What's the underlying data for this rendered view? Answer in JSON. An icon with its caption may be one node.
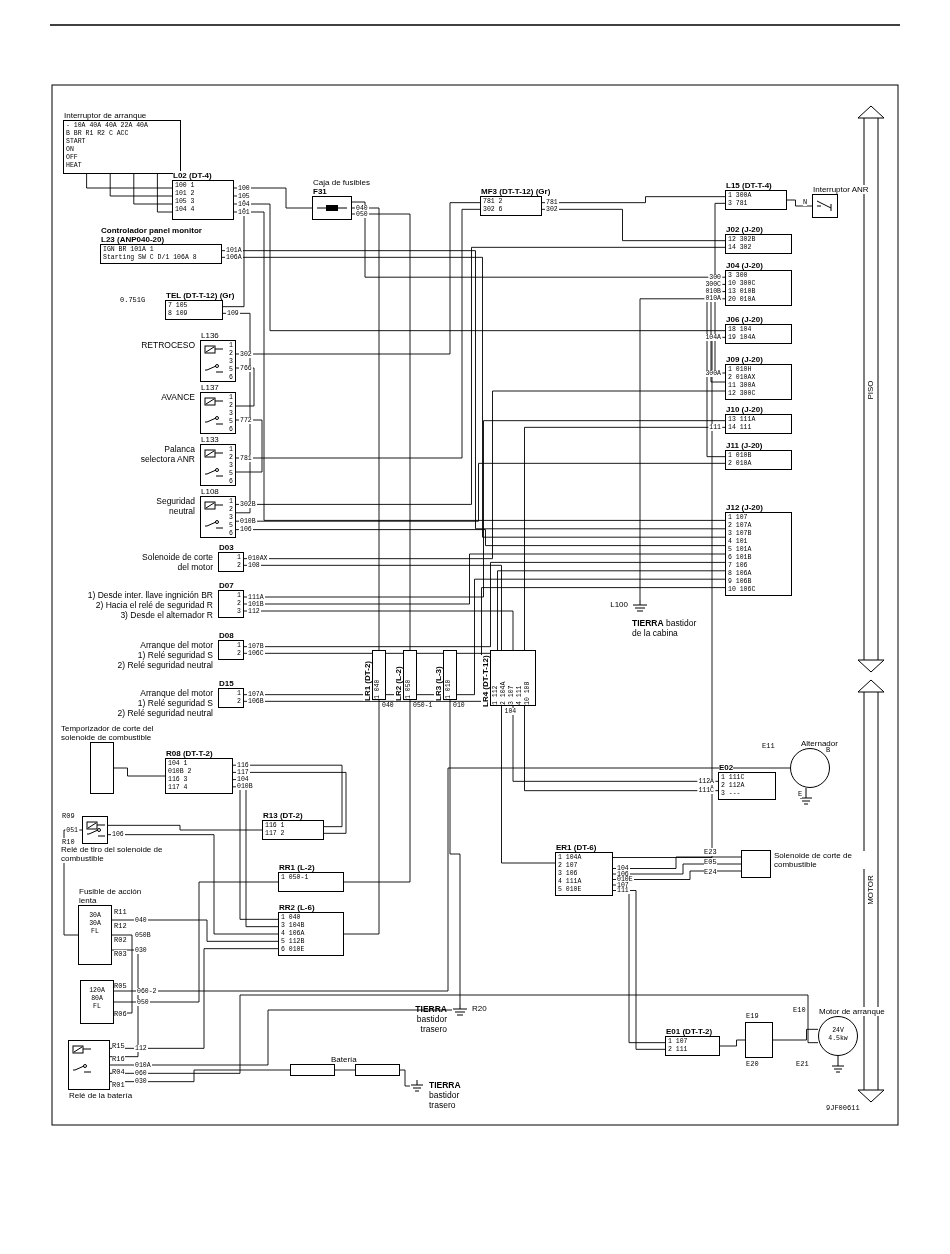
{
  "diagram": {
    "nodes": [
      {
        "text": [
          "Interruptor de arranque",
          "- 10A 40A 40A 22A 40A",
          "B BR R1 R2 C ACC",
          "START",
          "ON",
          "OFF",
          "HEAT"
        ]
      },
      {
        "text": [
          "L02 (DT-4)",
          "100 1",
          "101 2",
          "105 3",
          "104 4"
        ]
      },
      {
        "text": [
          "Caja de fusibles",
          "F31"
        ]
      },
      {
        "text": [
          "Controlador panel monitor",
          "L23 (ANP040-20)",
          "IGN BR 101A 1",
          "Starting SW C D/1 106A 8"
        ]
      },
      {
        "text": [
          "TEL (DT-T-12) (Gr)",
          "7 105",
          "8 109"
        ]
      },
      {
        "text": [
          "L136",
          "1",
          "2",
          "3",
          "5",
          "6"
        ],
        "beside": [
          "RETROCESO"
        ]
      },
      {
        "text": [
          "L137",
          "1",
          "2",
          "3",
          "5",
          "6"
        ],
        "beside": [
          "AVANCE"
        ]
      },
      {
        "text": [
          "L133",
          "1",
          "2",
          "3",
          "5",
          "6"
        ],
        "beside": [
          "Palanca selectora ANR"
        ]
      },
      {
        "text": [
          "L108",
          "1",
          "2",
          "3",
          "5",
          "6"
        ],
        "beside": [
          "Seguridad neutral"
        ]
      },
      {
        "text": [
          "D03",
          "1",
          "2"
        ],
        "beside": [
          "Solenoide de corte del motor"
        ]
      },
      {
        "text": [
          "D07",
          "1",
          "2",
          "3"
        ],
        "beside": [
          "1) Desde inter. llave ingnición BR",
          "2) Hacia el relé de seguridad R",
          "3) Desde el alternador R"
        ]
      },
      {
        "text": [
          "D08",
          "1",
          "2"
        ],
        "beside": [
          "Arranque del motor",
          "1) Relé seguridad S",
          "2) Relé seguridad neutral"
        ]
      },
      {
        "text": [
          "D15",
          "1",
          "2"
        ],
        "beside": [
          "Arranque del motor",
          "1) Relé seguridad S",
          "2) Relé seguridad neutral"
        ]
      },
      {
        "text": [
          "MF3 (DT-T-12) (Gr)",
          "781 2",
          "302 6"
        ]
      },
      {
        "text": [
          "L15 (DT-T-4)",
          "1 300A",
          "3 781"
        ]
      },
      {
        "text": [
          "Interruptor ANR"
        ]
      },
      {
        "text": [
          "J02 (J-20)",
          "12 302B",
          "14 302"
        ]
      },
      {
        "text": [
          "J04 (J-20)",
          "3 300",
          "10 300C",
          "13 010B",
          "20 010A"
        ]
      },
      {
        "text": [
          "J06 (J-20)",
          "18 104",
          "19 104A"
        ]
      },
      {
        "text": [
          "J09 (J-20)",
          "1 010H",
          "2 010AX",
          "11 300A",
          "12 300C"
        ]
      },
      {
        "text": [
          "J10 (J-20)",
          "13 111A",
          "14 111"
        ]
      },
      {
        "text": [
          "J11 (J-20)",
          "1 010B",
          "2 010A"
        ]
      },
      {
        "text": [
          "J12 (J-20)",
          "1 107",
          "2 107A",
          "3 107B",
          "4 101",
          "5 101A",
          "6 101B",
          "7 106",
          "8 106A",
          "9 106B",
          "10 106C"
        ]
      },
      {
        "text": [
          "L100"
        ],
        "beside": [
          "**TIERRA** bastidor de la cabina"
        ]
      },
      {
        "text": [
          "LR1 (DT-2)",
          "1 040"
        ]
      },
      {
        "text": [
          "LR2 (L-2)",
          "1 050"
        ]
      },
      {
        "text": [
          "LR3 (L-3)",
          "1 010"
        ]
      },
      {
        "text": [
          "LR4 (DT-T-12)",
          "1 112",
          "2 104A",
          "3 107",
          "4 111",
          "10 108"
        ]
      },
      {
        "text": [
          "Temporizador de corte del solenoide de combustible"
        ]
      },
      {
        "text": [
          "R08 (DT-T-2)",
          "104 1",
          "010B 2",
          "116 3",
          "117 4"
        ]
      },
      {
        "text": [
          "Relé de tiro del solenoide de combustible"
        ]
      },
      {
        "text": [
          "R13 (DT-2)",
          "116 1",
          "117 2"
        ]
      },
      {
        "text": [
          "Fusible de acción lenta",
          "30A",
          "30A",
          "FL"
        ]
      },
      {
        "text": [
          "120A",
          "80A",
          "FL"
        ]
      },
      {
        "text": [
          "Relé de la batería"
        ]
      },
      {
        "text": [
          "RR1 (L-2)",
          "1 050-1"
        ]
      },
      {
        "text": [
          "RR2 (L-6)",
          "1 040",
          "3 104B",
          "4 106A",
          "5 112B",
          "6 010E"
        ]
      },
      {
        "text": [
          "R20"
        ],
        "beside": [
          "**TIERRA** bastidor trasero"
        ]
      },
      {
        "text": [
          "Batería"
        ]
      },
      {
        "text": [],
        "shape": "box"
      },
      {
        "text": [],
        "shape": "ground",
        "beside": [
          "**TIERRA** bastidor trasero"
        ]
      },
      {
        "text": [
          "Alternador"
        ]
      },
      {
        "text": [
          "E02",
          "1 111C",
          "2 112A",
          "3 ---"
        ]
      },
      {
        "text": [
          "ER1 (DT-6)",
          "1 104A",
          "2 107",
          "3 106",
          "4 111A",
          "5 010E"
        ]
      },
      {
        "text": [
          "Solenoide de corte de combustible"
        ]
      },
      {
        "text": [
          "E01 (DT-T-2)",
          "1 107",
          "2 111"
        ]
      },
      {
        "text": [],
        "shape": "box"
      },
      {
        "text": [
          "Motor de arranque",
          "24V",
          "4.5kw"
        ]
      }
    ],
    "edges": [
      {
        "from": 0,
        "to": 1,
        "arrow": "none"
      },
      {
        "from": 0,
        "to": 1,
        "arrow": "none"
      },
      {
        "from": 0,
        "to": 1,
        "arrow": "none"
      },
      {
        "from": 0,
        "to": 1,
        "arrow": "none"
      },
      {
        "from": 1,
        "to": 2,
        "arrow": "none",
        "label": "100"
      },
      {
        "from": 1,
        "to": 22,
        "arrow": "none",
        "label": "101"
      },
      {
        "from": 1,
        "to": 4,
        "arrow": "none",
        "label": "105"
      },
      {
        "from": 1,
        "to": 18,
        "arrow": "none",
        "label": "104"
      },
      {
        "from": 2,
        "to": 24,
        "arrow": "none",
        "label": "040"
      },
      {
        "from": 2,
        "to": 25,
        "arrow": "none",
        "label": "050"
      },
      {
        "from": 17,
        "to": 2,
        "arrow": "none",
        "label": "300"
      },
      {
        "from": 3,
        "to": 22,
        "arrow": "none",
        "label": "101A"
      },
      {
        "from": 3,
        "to": 22,
        "arrow": "none",
        "label": "106A"
      },
      {
        "from": 4,
        "to": 8,
        "arrow": "none",
        "label": "109"
      },
      {
        "from": 5,
        "to": 6,
        "arrow": "none",
        "label": "766"
      },
      {
        "from": 5,
        "to": 13,
        "arrow": "none",
        "label": "302"
      },
      {
        "from": 6,
        "to": 7,
        "arrow": "none",
        "label": "772"
      },
      {
        "from": 7,
        "to": 13,
        "arrow": "none",
        "label": "781"
      },
      {
        "from": 8,
        "to": 16,
        "arrow": "none",
        "label": "302B"
      },
      {
        "from": 8,
        "to": 21,
        "arrow": "none",
        "label": "010B"
      },
      {
        "from": 8,
        "to": 22,
        "arrow": "none",
        "label": "106"
      },
      {
        "from": 13,
        "to": 14,
        "arrow": "none",
        "label": "781"
      },
      {
        "from": 13,
        "to": 16,
        "arrow": "none",
        "label": "302"
      },
      {
        "from": 14,
        "to": 15,
        "arrow": "none"
      },
      {
        "from": 19,
        "to": 14,
        "arrow": "none",
        "label": "300A"
      },
      {
        "from": 17,
        "to": 19,
        "arrow": "none",
        "label": "300C"
      },
      {
        "from": 17,
        "to": 21,
        "arrow": "none",
        "label": "010B"
      },
      {
        "from": 17,
        "to": 23,
        "arrow": "none",
        "label": "010A"
      },
      {
        "from": 9,
        "to": 27,
        "arrow": "none",
        "label": "108"
      },
      {
        "from": 9,
        "to": 19,
        "arrow": "none",
        "label": "010AX"
      },
      {
        "from": 10,
        "to": 22,
        "arrow": "none",
        "label": "101B"
      },
      {
        "from": 10,
        "to": 27,
        "arrow": "none",
        "label": "112"
      },
      {
        "from": 10,
        "to": 20,
        "arrow": "none",
        "label": "111A"
      },
      {
        "from": 11,
        "to": 22,
        "arrow": "none",
        "label": "107B"
      },
      {
        "from": 11,
        "to": 22,
        "arrow": "none",
        "label": "106C"
      },
      {
        "from": 12,
        "to": 22,
        "arrow": "none",
        "label": "107A"
      },
      {
        "from": 12,
        "to": 22,
        "arrow": "none",
        "label": "106B"
      },
      {
        "from": 18,
        "to": 43,
        "arrow": "none",
        "label": "104A"
      },
      {
        "from": 20,
        "to": 27,
        "arrow": "none",
        "label": "111"
      },
      {
        "from": 24,
        "to": 36,
        "arrow": "none",
        "label": "040"
      },
      {
        "from": 25,
        "to": 35,
        "arrow": "none",
        "label": "050-1"
      },
      {
        "from": 26,
        "to": 37,
        "arrow": "none",
        "label": "010"
      },
      {
        "from": 27,
        "to": 43,
        "arrow": "none",
        "label": "104"
      },
      {
        "from": 42,
        "to": 27,
        "arrow": "none",
        "label": "112A"
      },
      {
        "from": 29,
        "to": 31,
        "arrow": "none",
        "label": "116"
      },
      {
        "from": 29,
        "to": 31,
        "arrow": "none",
        "label": "117"
      },
      {
        "from": 29,
        "to": 36,
        "arrow": "none",
        "label": "104"
      },
      {
        "from": 29,
        "to": 36,
        "arrow": "none",
        "label": "010B"
      },
      {
        "from": 30,
        "to": 36,
        "arrow": "none",
        "label": "106"
      },
      {
        "from": 30,
        "to": 32,
        "arrow": "none",
        "label": "051"
      },
      {
        "from": 32,
        "to": 33,
        "arrow": "none",
        "label": "050B"
      },
      {
        "from": 32,
        "to": 36,
        "arrow": "none",
        "label": "040"
      },
      {
        "from": 32,
        "to": 34,
        "arrow": "none",
        "label": "030"
      },
      {
        "from": 33,
        "to": 41,
        "arrow": "none",
        "label": "060-2"
      },
      {
        "from": 33,
        "to": 35,
        "arrow": "none",
        "label": "050"
      },
      {
        "from": 34,
        "to": 36,
        "arrow": "none",
        "label": "112"
      },
      {
        "from": 34,
        "to": 37,
        "arrow": "none",
        "label": "010A"
      },
      {
        "from": 34,
        "to": 38,
        "arrow": "none",
        "label": "030"
      },
      {
        "from": 34,
        "to": 47,
        "arrow": "none",
        "label": "060"
      },
      {
        "from": 38,
        "to": 39,
        "arrow": "none"
      },
      {
        "from": 39,
        "to": 40,
        "arrow": "none"
      },
      {
        "from": 42,
        "to": 27,
        "arrow": "none",
        "label": "111C"
      },
      {
        "from": 43,
        "to": 44,
        "arrow": "none",
        "label": "104"
      },
      {
        "from": 43,
        "to": 44,
        "arrow": "none",
        "label": "106"
      },
      {
        "from": 43,
        "to": 44,
        "arrow": "none",
        "label": "010E"
      },
      {
        "from": 43,
        "to": 45,
        "arrow": "none",
        "label": "107"
      },
      {
        "from": 43,
        "to": 45,
        "arrow": "none",
        "label": "111"
      },
      {
        "from": 45,
        "to": 46,
        "arrow": "none"
      },
      {
        "from": 46,
        "to": 47,
        "arrow": "none"
      },
      {
        "from": 28,
        "to": 29,
        "arrow": "none"
      },
      {
        "from": 30,
        "to": 31,
        "arrow": "none"
      }
    ],
    "labels": [
      "0.751G",
      "N",
      "R09",
      "R10",
      "R11",
      "R12",
      "R02",
      "R03",
      "R05",
      "R06",
      "R15",
      "R16",
      "R04",
      "R01",
      "E11",
      "B",
      "E",
      "E23",
      "E05",
      "E24",
      "E19",
      "E20",
      "E10",
      "E21",
      "PISO",
      "MOTOR",
      "9JF00611"
    ]
  }
}
